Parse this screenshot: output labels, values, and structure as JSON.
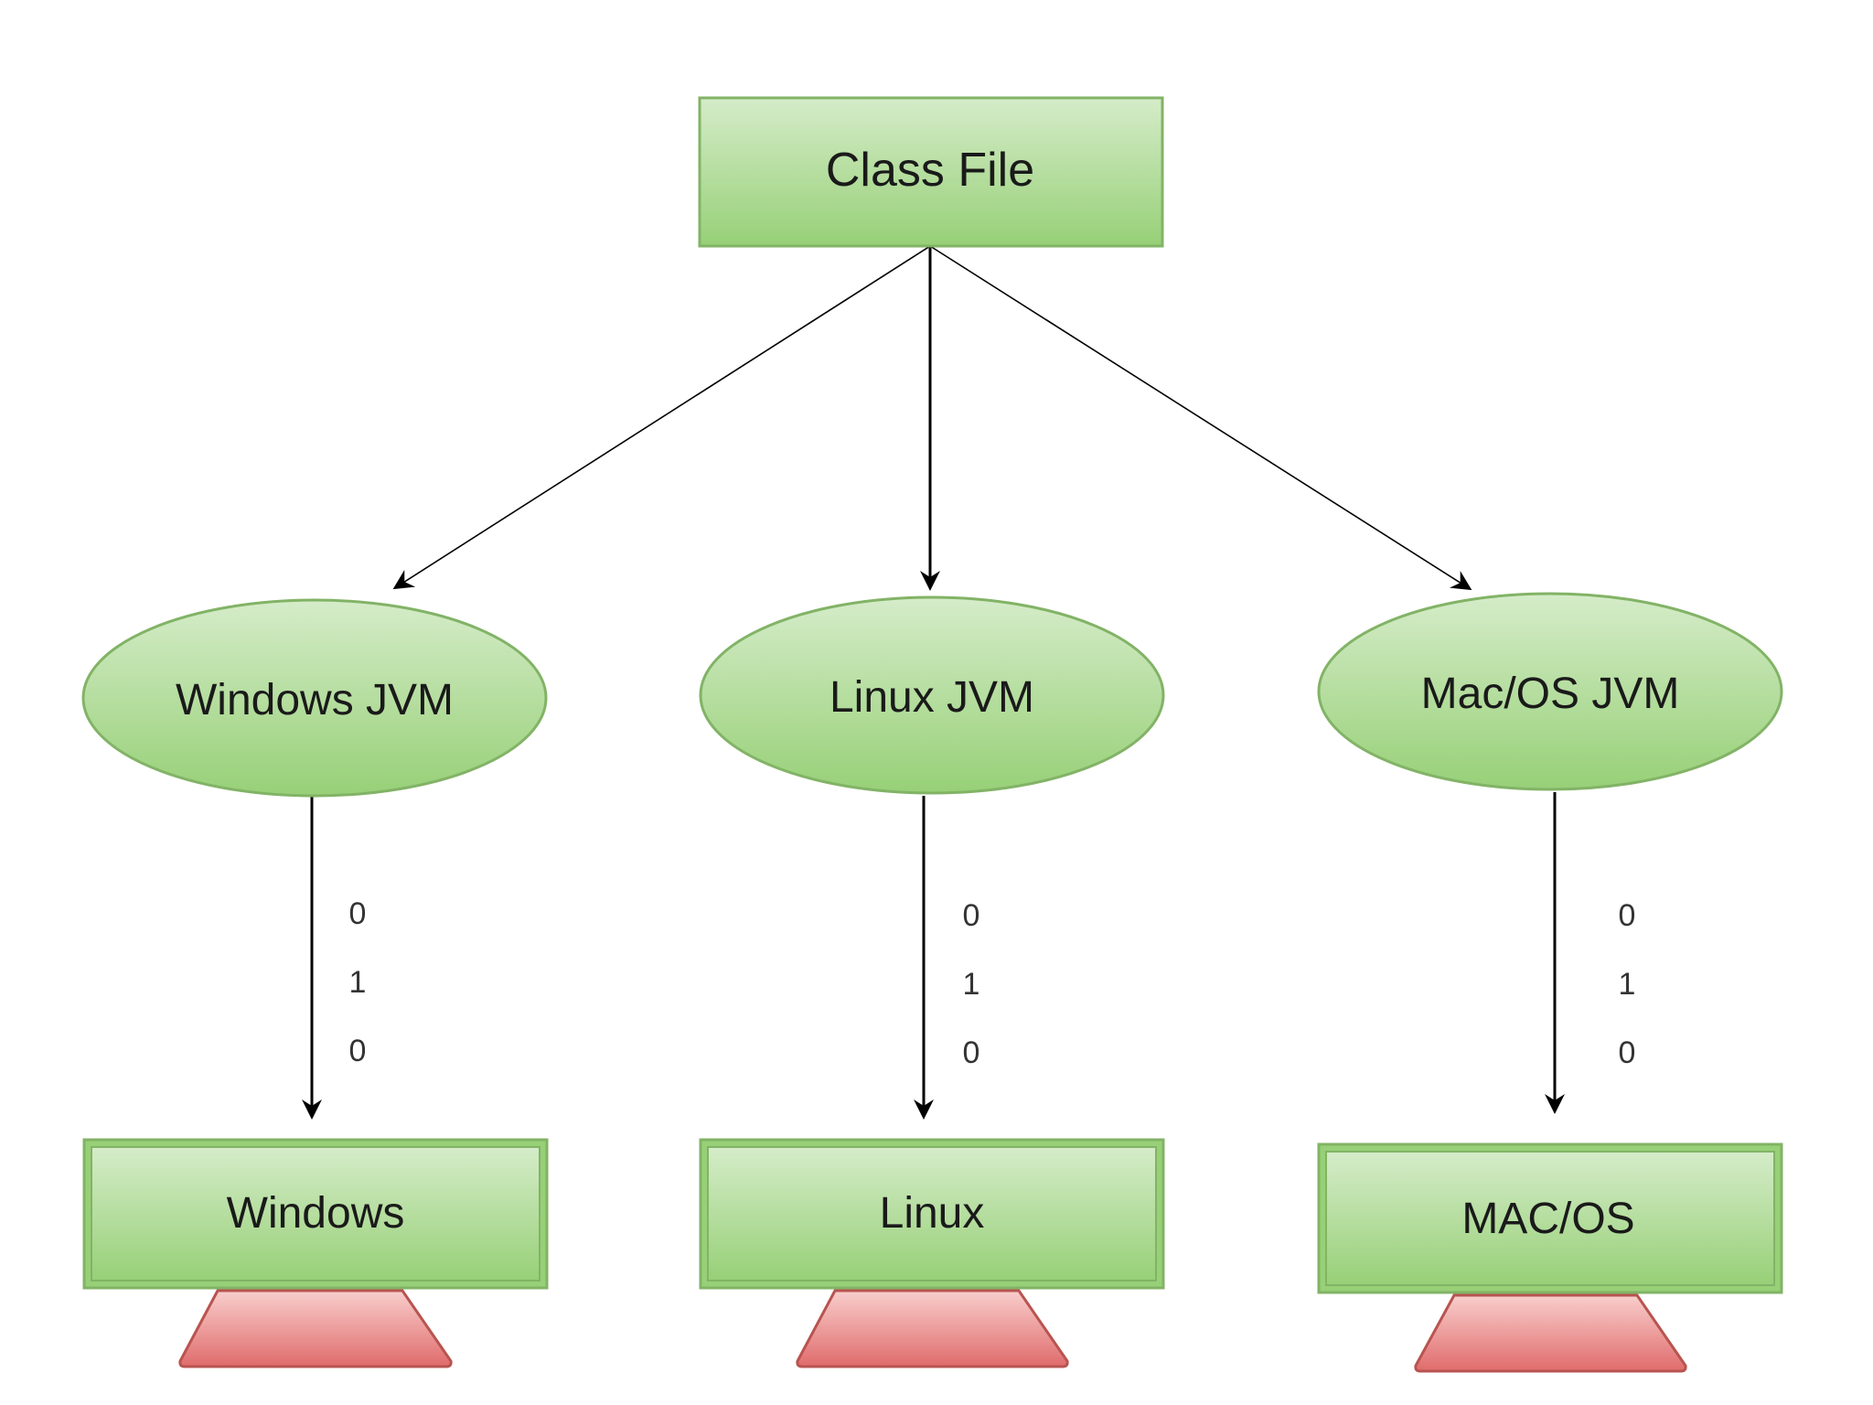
{
  "diagram": {
    "root": {
      "label": "Class File"
    },
    "jvms": [
      {
        "label": "Windows JVM"
      },
      {
        "label": "Linux JVM"
      },
      {
        "label": "Mac/OS JVM"
      }
    ],
    "platforms": [
      {
        "label": "Windows"
      },
      {
        "label": "Linux"
      },
      {
        "label": "MAC/OS"
      }
    ],
    "bits": [
      "0",
      "1",
      "0"
    ],
    "colors": {
      "node_fill_top": "#d5ecc9",
      "node_fill_bottom": "#97d077",
      "node_border": "#82b366",
      "stand_fill_top": "#f8cecc",
      "stand_fill_bottom": "#e06c6c",
      "stand_border": "#b85450",
      "edge": "#000000"
    },
    "icons": {
      "monitor_stand": "monitor-stand-icon"
    }
  }
}
